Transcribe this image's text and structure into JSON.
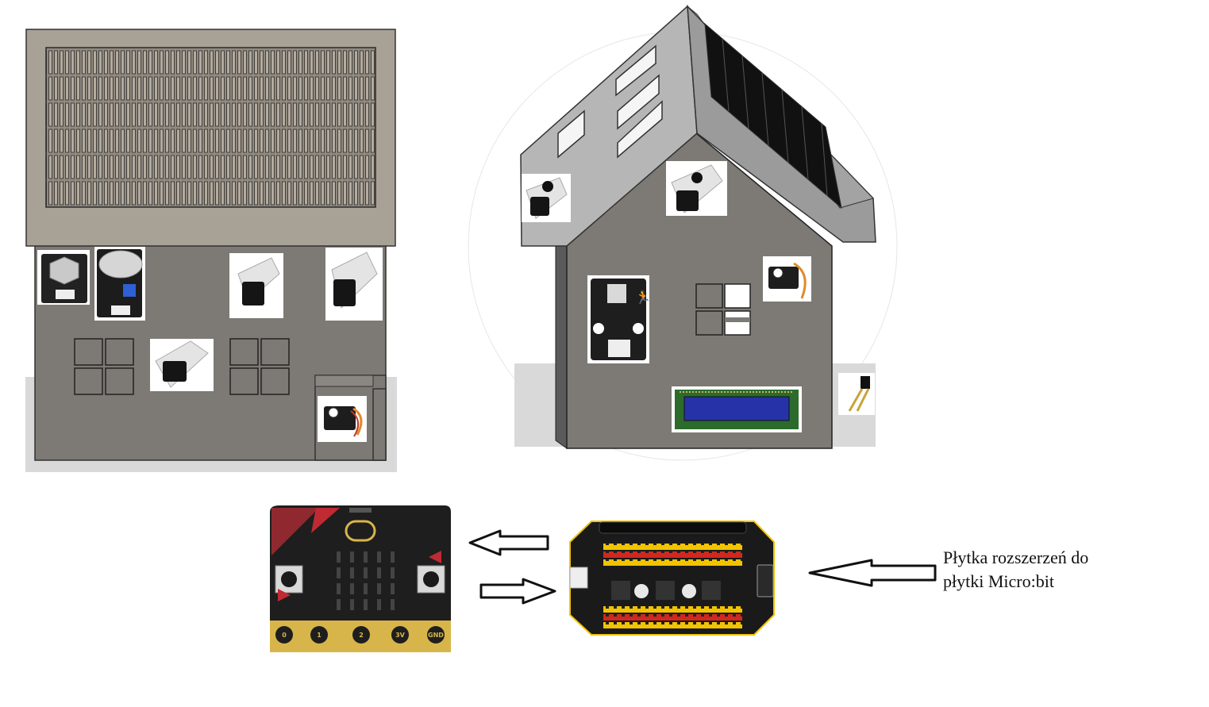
{
  "caption": {
    "line1": "Płytka rozszerzeń do",
    "line2": "płytki Micro:bit"
  },
  "microbit": {
    "pins": [
      "0",
      "1",
      "2",
      "3V",
      "GND"
    ]
  },
  "colors": {
    "wall": "#7d7a75",
    "roof_front": "#a8a196",
    "roof_side": "#9b9b9b",
    "solar_panel": "#111111",
    "microbit_pcb": "#1e1e1e",
    "microbit_gold": "#d8b54a",
    "shield_red": "#d0281e",
    "shield_yellow": "#f2c300",
    "lcd_blue": "#2632a8"
  },
  "icons": [
    "arrow-left-icon",
    "arrow-right-icon"
  ]
}
